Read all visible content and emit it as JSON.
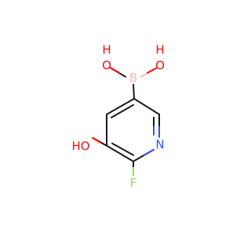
{
  "molecule": {
    "atoms": {
      "oh_left": {
        "label": "HO",
        "color": "#ff0d0d"
      },
      "o_b_left": {
        "label": "O",
        "color": "#ff0d0d"
      },
      "h_b_left": {
        "label": "H",
        "color": "#ff0d0d"
      },
      "o_b_right": {
        "label": "O",
        "color": "#ff0d0d"
      },
      "h_b_right": {
        "label": "H",
        "color": "#ff0d0d"
      },
      "boron": {
        "label": "B",
        "color": "#ffb5b5"
      },
      "nitrogen": {
        "label": "N",
        "color": "#3050f8"
      },
      "fluorine": {
        "label": "F",
        "color": "#90e050"
      }
    }
  }
}
